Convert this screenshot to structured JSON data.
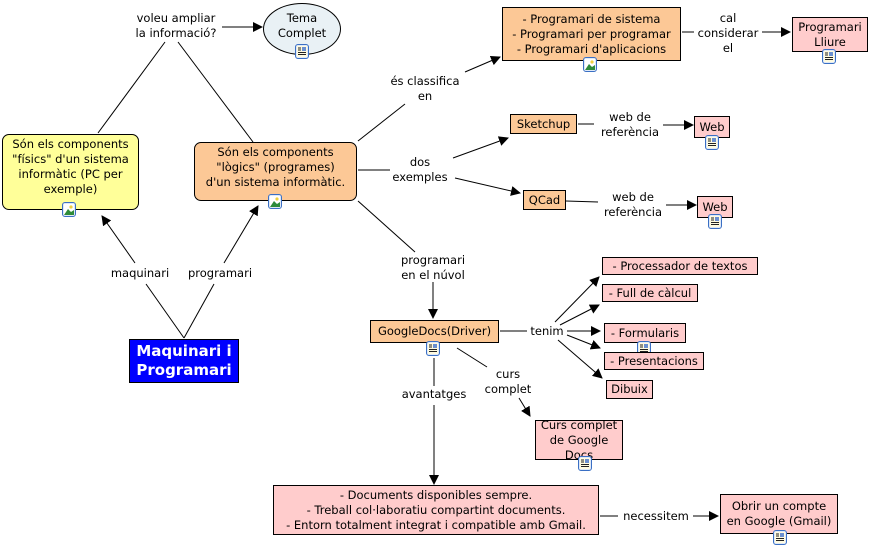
{
  "colors": {
    "root_fill": "#0000ff",
    "concept_orange": "#fcc896",
    "concept_pink": "#ffcccc",
    "concept_yellow": "#ffff99",
    "concept_ellipse": "#e9f1f5"
  },
  "nodes": {
    "root": "Maquinari i\nProgramari",
    "hardware": "Són els components\n\"físics\" d'un sistema\ninformàtic (PC per\nexemple)",
    "software": "Són els components\n\"lògics\" (programes)\nd'un sistema informàtic.",
    "tema_complet": "Tema\nComplet",
    "software_types": "- Programari de sistema\n- Programari per programar\n- Programari d'aplicacions",
    "programari_lliure": "Programari\nLliure",
    "sketchup": "Sketchup",
    "qcad": "QCad",
    "web1": "Web",
    "web2": "Web",
    "googledocs": "GoogleDocs(Driver)",
    "processador": "- Processador de textos",
    "full_calcul": "- Full de càlcul",
    "formularis": "- Formularis",
    "presentacions": "- Presentacions",
    "dibuix": "Dibuix",
    "curs_complet": "Curs complet\nde Google Docs",
    "avantatges_list": "- Documents disponibles sempre.\n- Treball col·laboratiu compartint documents.\n- Entorn totalment integrat i compatible amb Gmail.",
    "compte_google": "Obrir un compte\nen Google (Gmail)"
  },
  "links": {
    "voleu": "voleu ampliar\nla informació?",
    "maquinari": "maquinari",
    "programari": "programari",
    "classifica": "és classifica\nen",
    "cal_considerar": "cal\nconsiderar\nel",
    "dos_exemples": "dos\nexemples",
    "web_ref1": "web de\nreferència",
    "web_ref2": "web de\nreferència",
    "nuvol": "programari\nen el núvol",
    "tenim": "tenim",
    "curs": "curs\ncomplet",
    "avantatges": "avantatges",
    "necessitem": "necessitem"
  }
}
